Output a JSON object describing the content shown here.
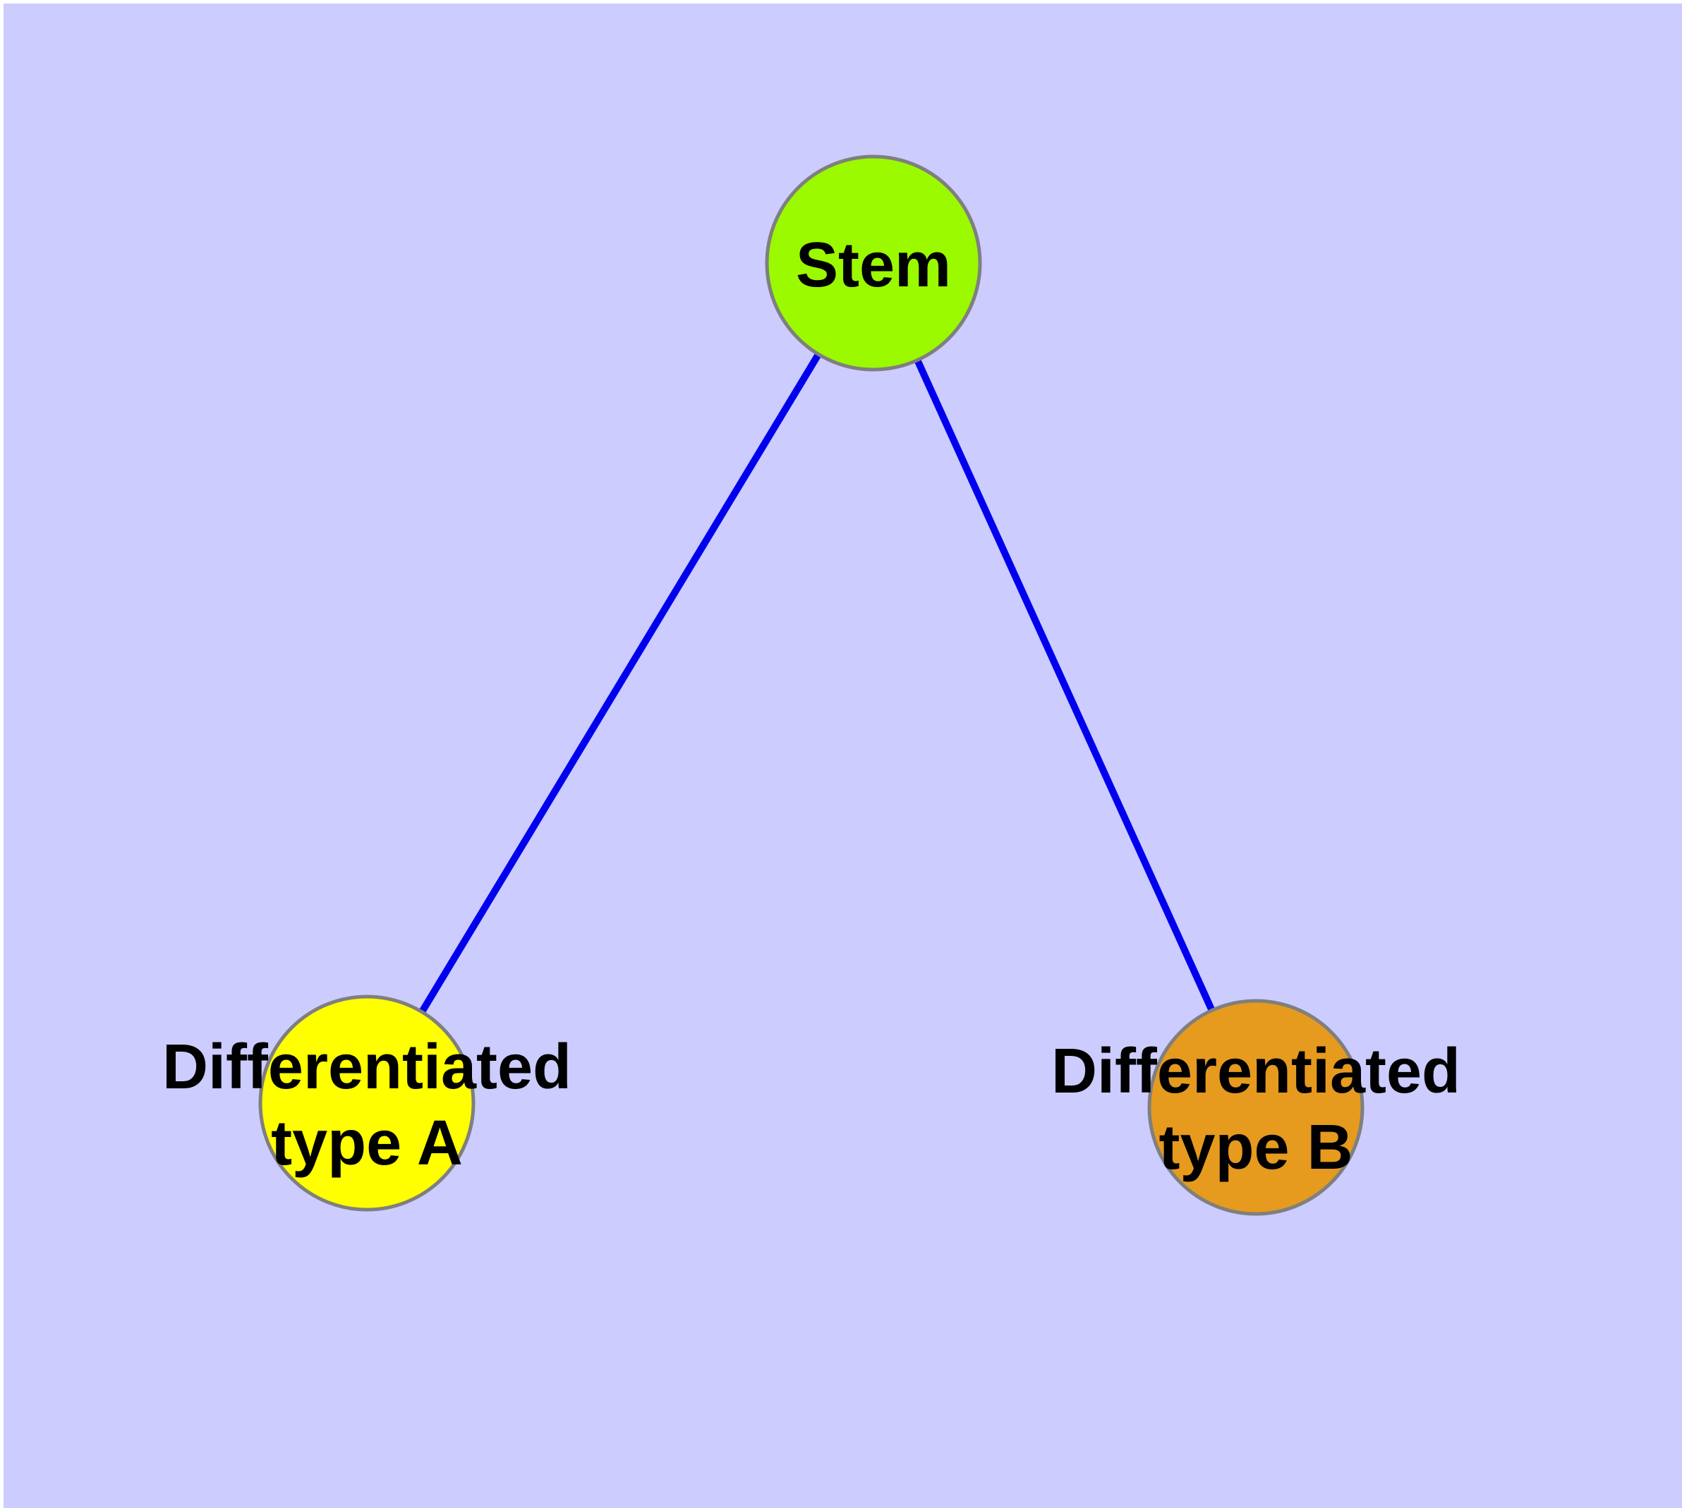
{
  "figure": {
    "type": "node-link-diagram",
    "description": "Cell differentiation hierarchy graph"
  },
  "canvas": {
    "background_color": "#CCCCFF",
    "margin_color": "#FFFFFF"
  },
  "graph": {
    "nodes": [
      {
        "id": "stem",
        "label": "Stem",
        "lines": [
          "Stem"
        ],
        "fill_color": "#9BF900",
        "border_color": "#7F7F7F",
        "text_color": "#000000"
      },
      {
        "id": "differentiated-type-a",
        "label": "Differentiated type A",
        "lines": [
          "Differentiated",
          "type A"
        ],
        "fill_color": "#FFFF00",
        "border_color": "#7F7F7F",
        "text_color": "#000000"
      },
      {
        "id": "differentiated-type-b",
        "label": "Differentiated type B",
        "lines": [
          "Differentiated",
          "type B"
        ],
        "fill_color": "#E69A1E",
        "border_color": "#7F7F7F",
        "text_color": "#000000"
      }
    ],
    "edges": [
      {
        "from": "Stem",
        "to": "Differentiated type A",
        "color": "#0000EE"
      },
      {
        "from": "Stem",
        "to": "Differentiated type B",
        "color": "#0000EE"
      }
    ]
  }
}
